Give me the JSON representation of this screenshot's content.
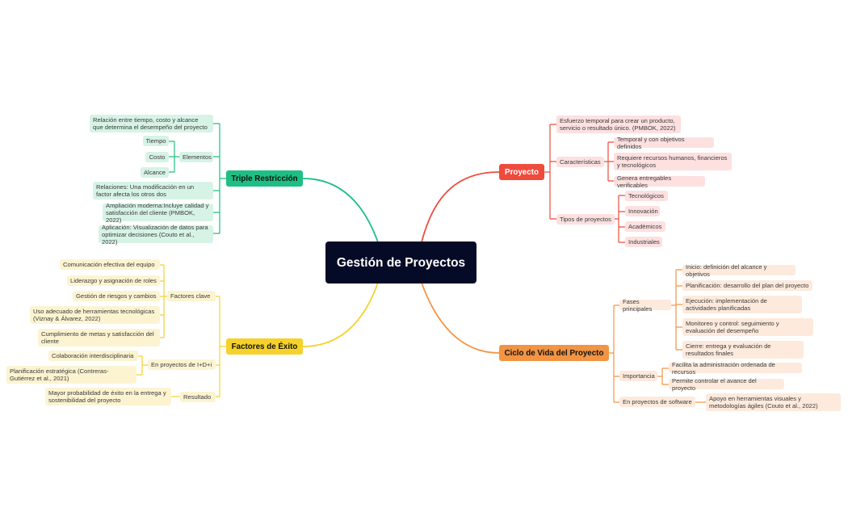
{
  "central": "Gestión de Proyectos",
  "colors": {
    "red": "#ef4b3d",
    "red_light": "#fde0e0",
    "orange": "#f29443",
    "orange_light": "#fdeadc",
    "green": "#1dbf84",
    "green_light": "#d6f3e6",
    "yellow": "#f6d12a",
    "yellow_light": "#fcf4d1",
    "central_bg": "#050a26"
  },
  "branches": {
    "proyecto": {
      "title": "Proyecto",
      "definicion": "Esfuerzo temporal para crear un producto, servicio o resultado único. (PMBOK, 2022)",
      "caracteristicas": {
        "label": "Características",
        "items": [
          "Temporal y con objetivos definidos",
          "Requiere recursos humanos, financieros y tecnológicos",
          "Genera entregables verificables"
        ]
      },
      "tipos": {
        "label": "Tipos de proyectos",
        "items": [
          "Tecnológicos",
          "Innovación",
          "Académicos",
          "Industriales"
        ]
      }
    },
    "ciclo": {
      "title": "Ciclo de Vida del Proyecto",
      "fases": {
        "label": "Fases principales",
        "items": [
          "Inicio: definición del alcance y objetivos",
          "Planificación: desarrollo del plan del proyecto",
          "Ejecución: implementación de actividades planificadas",
          "Monitoreo y control: seguimiento y evaluación del desempeño",
          "Cierre: entrega y evaluación de resultados finales"
        ]
      },
      "importancia": {
        "label": "Importancia",
        "items": [
          "Facilita la administración ordenada de recursos",
          "Permite controlar el avance del proyecto"
        ]
      },
      "software": {
        "label": "En proyectos de software",
        "items": [
          "Apoyo en herramientas visuales y metodologías ágiles (Couto et al., 2022)"
        ]
      }
    },
    "triple": {
      "title": "Triple Restricción",
      "relacion": "Relación entre tiempo, costo y alcance que determina el desempeño del proyecto",
      "elementos": {
        "label": "Elementos",
        "items": [
          "Tiempo",
          "Costo",
          "Alcance"
        ]
      },
      "relaciones": "Relaciones: Una modificación en un factor afecta los otros dos",
      "ampliacion": "Ampliación moderna:Incluye calidad y satisfacción del cliente (PMBOK, 2022)",
      "aplicacion": "Aplicación: Visualización de datos para optimizar decisiones (Couto et al., 2022)"
    },
    "factores": {
      "title": "Factores de Éxito",
      "clave": {
        "label": "Factores clave",
        "items": [
          "Comunicación efectiva del equipo",
          "Liderazgo y asignación de roles",
          "Gestión de riesgos y cambios",
          "Uso adecuado de herramientas tecnológicas (Viznay & Álvarez, 2022)",
          "Cumplimiento de metas y satisfacción del cliente"
        ]
      },
      "idi": {
        "label": "En proyectos de I+D+i",
        "items": [
          "Colaboración interdisciplinaria",
          "Planificación estratégica (Contreras-Gutiérrez et al., 2021)"
        ]
      },
      "resultado": {
        "label": "Resultado",
        "items": [
          "Mayor probabilidad de éxito en la entrega y sostenibilidad del proyecto"
        ]
      }
    }
  }
}
